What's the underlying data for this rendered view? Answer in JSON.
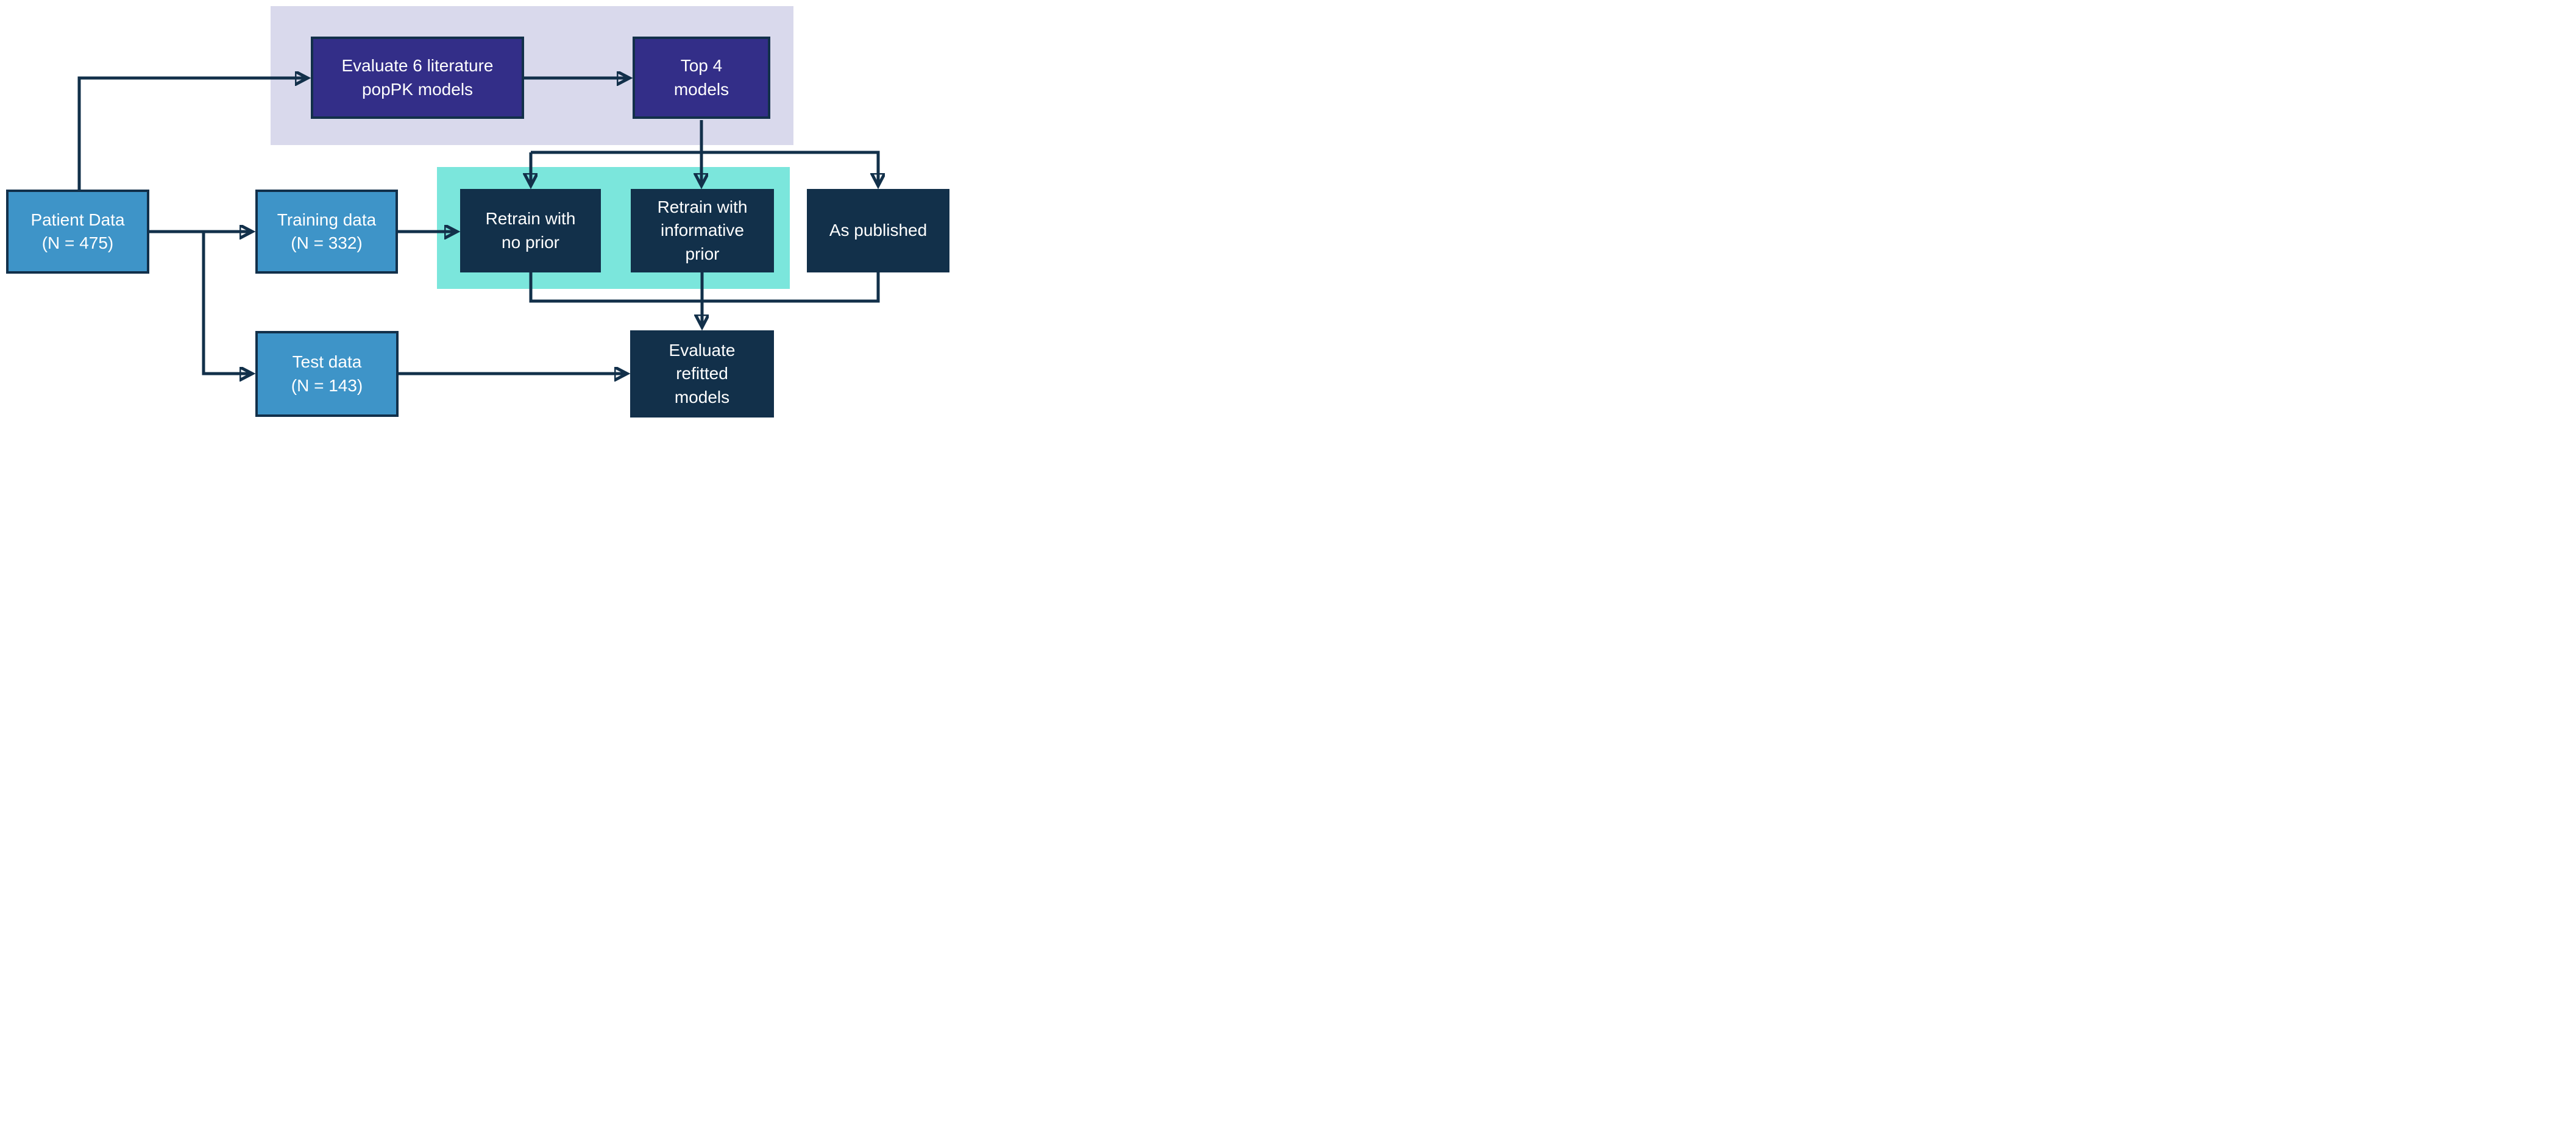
{
  "figure": {
    "kind": "flowchart",
    "colors": {
      "background": "#ffffff",
      "connector_navy": "#12304a",
      "node_blue": "#3e94c8",
      "node_indigo": "#332e88",
      "node_navy": "#12304a",
      "band_lavender": "#d9d9ec",
      "band_teal": "#7be6dc",
      "label_text": "#ffffff"
    },
    "groups": {
      "literature_evaluation_band": {
        "color": "#d9d9ec"
      },
      "retraining_band": {
        "color": "#7be6dc"
      }
    },
    "nodes": {
      "patient_data": {
        "label": "Patient Data\n(N = 475)",
        "style": "blue"
      },
      "evaluate_literature": {
        "label": "Evaluate 6 literature\npopPK models",
        "style": "indigo"
      },
      "top_models": {
        "label": "Top 4\nmodels",
        "style": "indigo"
      },
      "training_data": {
        "label": "Training data\n(N = 332)",
        "style": "blue"
      },
      "test_data": {
        "label": "Test data\n(N = 143)",
        "style": "blue"
      },
      "retrain_no_prior": {
        "label": "Retrain with\nno prior",
        "style": "navy"
      },
      "retrain_informative_prior": {
        "label": "Retrain with\ninformative\nprior",
        "style": "navy"
      },
      "as_published": {
        "label": "As published",
        "style": "navy"
      },
      "evaluate_refitted": {
        "label": "Evaluate\nrefitted\nmodels",
        "style": "navy"
      }
    },
    "edges": [
      {
        "from": "patient_data",
        "to": "evaluate_literature"
      },
      {
        "from": "evaluate_literature",
        "to": "top_models"
      },
      {
        "from": "top_models",
        "to": "retrain_no_prior"
      },
      {
        "from": "top_models",
        "to": "retrain_informative_prior"
      },
      {
        "from": "top_models",
        "to": "as_published"
      },
      {
        "from": "patient_data",
        "to": "training_data"
      },
      {
        "from": "patient_data",
        "to": "test_data"
      },
      {
        "from": "training_data",
        "to": "retrain_no_prior"
      },
      {
        "from": "test_data",
        "to": "evaluate_refitted"
      },
      {
        "from": "retrain_no_prior",
        "to": "evaluate_refitted"
      },
      {
        "from": "retrain_informative_prior",
        "to": "evaluate_refitted"
      },
      {
        "from": "as_published",
        "to": "evaluate_refitted"
      }
    ]
  }
}
